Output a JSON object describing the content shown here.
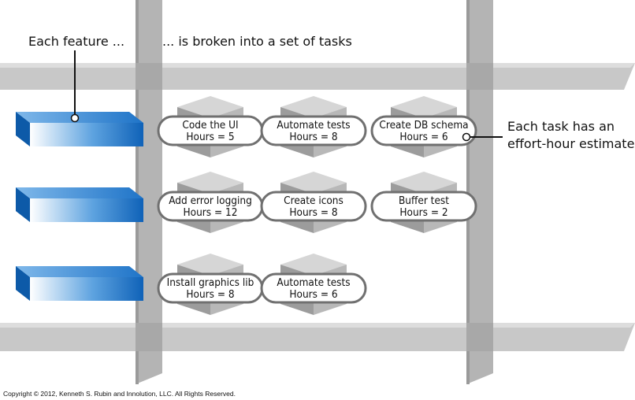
{
  "annotations": {
    "feature_label": "Each feature  ...",
    "tasks_label": "... is broken into a set of tasks",
    "estimate_label_line1": "Each task has an",
    "estimate_label_line2": "effort-hour estimate"
  },
  "features": [
    {
      "color": "#1a73c9"
    },
    {
      "color": "#1a73c9"
    },
    {
      "color": "#1a73c9"
    }
  ],
  "tasks": [
    [
      {
        "name": "Code the UI",
        "hours": "Hours = 5"
      },
      {
        "name": "Automate tests",
        "hours": "Hours = 8"
      },
      {
        "name": "Create DB schema",
        "hours": "Hours = 6"
      }
    ],
    [
      {
        "name": "Add error logging",
        "hours": "Hours = 12"
      },
      {
        "name": "Create icons",
        "hours": "Hours = 8"
      },
      {
        "name": "Buffer test",
        "hours": "Hours = 2"
      }
    ],
    [
      {
        "name": "Install graphics lib",
        "hours": "Hours = 8"
      },
      {
        "name": "Automate tests",
        "hours": "Hours = 6"
      }
    ]
  ],
  "copyright": "Copyright © 2012, Kenneth S. Rubin and Innolution, LLC. All Rights Reserved."
}
